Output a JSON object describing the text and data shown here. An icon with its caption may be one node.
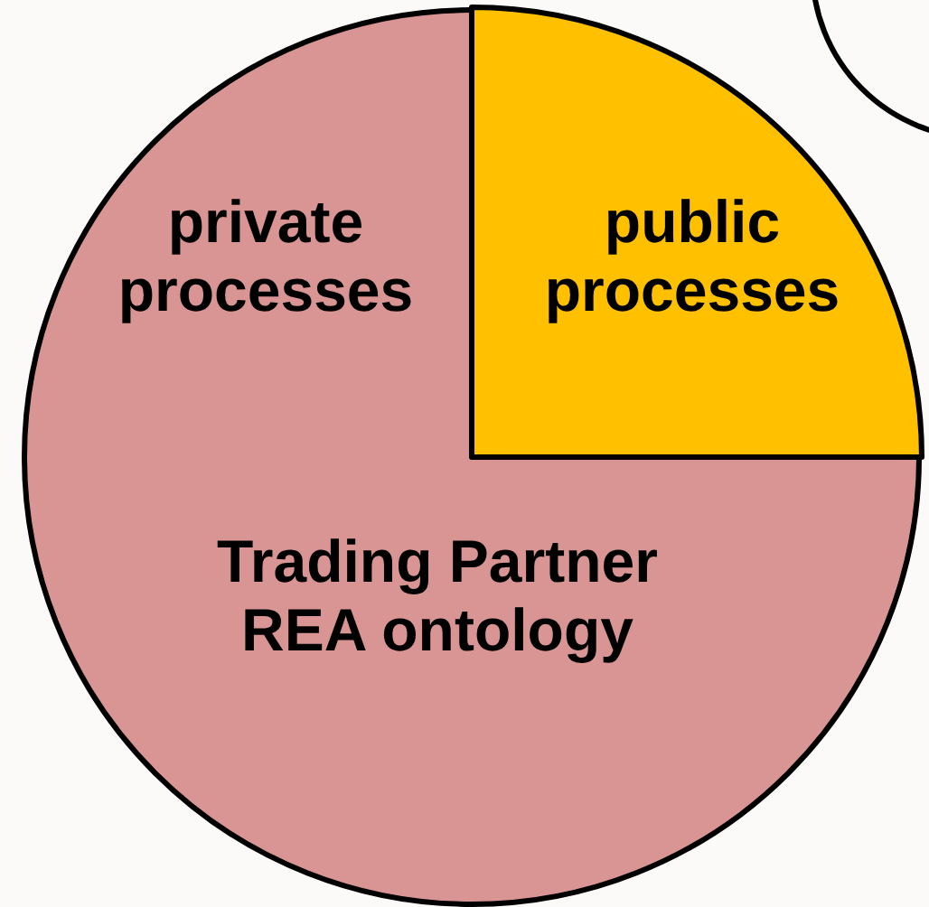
{
  "diagram": {
    "nodes": [
      {
        "text": [
          "private processes",
          "Trading Partner REA ontology"
        ]
      },
      {
        "text": [
          "public processes"
        ],
        "in": 0
      },
      {
        "text": [],
        "shape": "circle"
      }
    ]
  }
}
